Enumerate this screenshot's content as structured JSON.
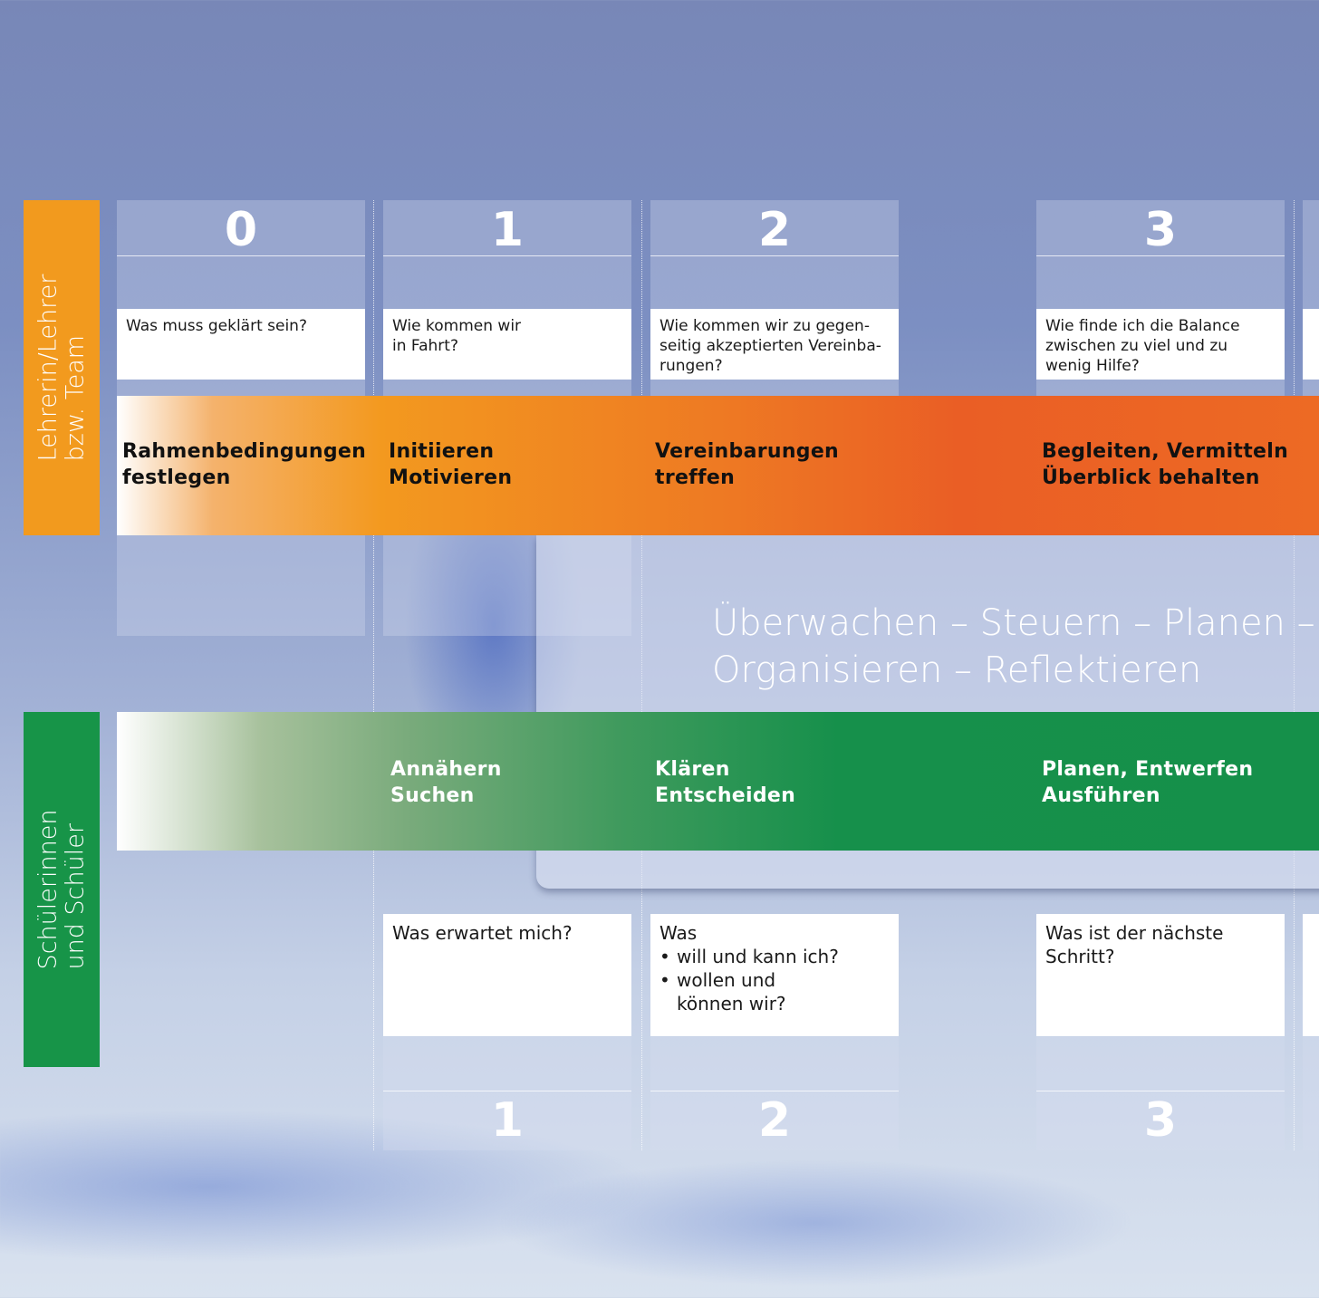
{
  "side_labels": {
    "teacher": [
      "Lehrerin/Lehrer",
      "bzw. Team"
    ],
    "student": [
      "Schülerinnen",
      "und Schüler"
    ]
  },
  "top_numbers": [
    "0",
    "1",
    "2",
    "3"
  ],
  "bottom_numbers": [
    "1",
    "2",
    "3"
  ],
  "teacher_questions": [
    "Was muss geklärt sein?",
    "Wie kommen wir\nin Fahrt?",
    "Wie kommen wir zu gegen-\nseitig akzeptierten Vereinba-\nrungen?",
    "Wie finde ich die Balance\nzwischen zu viel und zu\nwenig Hilfe?"
  ],
  "teacher_phases": [
    [
      "Rahmenbedingungen",
      "festlegen"
    ],
    [
      "Initiieren",
      "Motivieren"
    ],
    [
      "Vereinbarungen",
      "treffen"
    ],
    [
      "Begleiten, Vermitteln",
      "Überblick behalten"
    ]
  ],
  "center_text": [
    "Überwachen – Steuern – Planen –",
    "Organisieren – Reflektieren"
  ],
  "student_phases": [
    [
      "Annähern",
      "Suchen"
    ],
    [
      "Klären",
      "Entscheiden"
    ],
    [
      "Planen, Entwerfen",
      "Ausführen"
    ]
  ],
  "student_questions": {
    "q1": "Was erwartet mich?",
    "q2_intro": "Was",
    "q2_items": [
      "will und kann ich?",
      "wollen und\nkönnen wir?"
    ],
    "q3": "Was ist der nächste\nSchritt?"
  },
  "colors": {
    "teacher_band": "#ee7a23",
    "student_band": "#16904b",
    "teacher_label": "#f29a1e",
    "student_label": "#179448"
  }
}
